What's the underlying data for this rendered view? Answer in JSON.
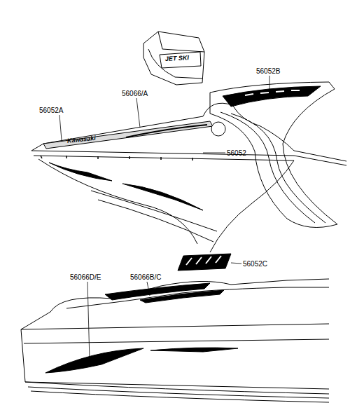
{
  "diagram": {
    "labels": [
      "56052",
      "56052B",
      "56066/A",
      "56052A",
      "Kawasaki",
      "JET SKI",
      "56052C",
      "56066D/E",
      "56066B/C"
    ]
  }
}
